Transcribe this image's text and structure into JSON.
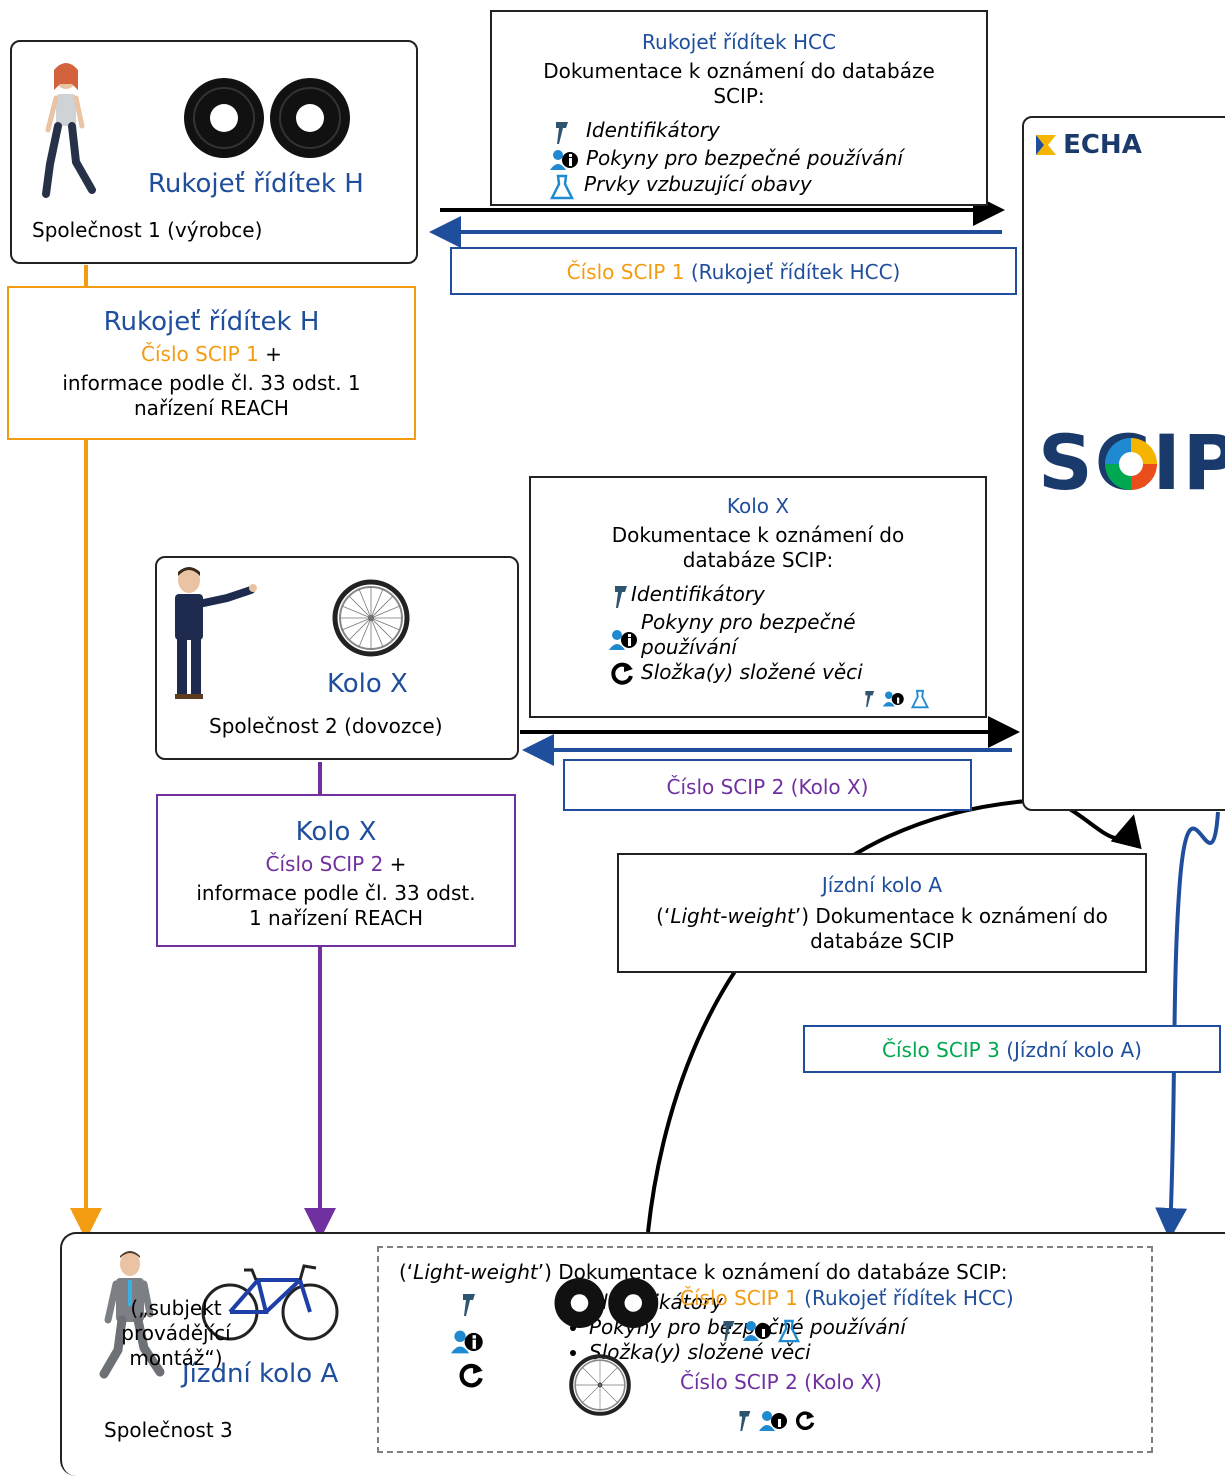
{
  "company1": {
    "product": "Rukojeť řídítek H",
    "label": "Společnost 1 (výrobce)"
  },
  "flow1": {
    "product": "Rukojeť řídítek H",
    "scip": "Číslo SCIP 1",
    "plus": " +",
    "info": "informace podle čl. 33 odst. 1 nařízení REACH"
  },
  "notif1": {
    "product": "Rukojeť řídítek HCC",
    "heading": "Dokumentace k oznámení do databáze SCIP:",
    "items": [
      "Identifikátory",
      "Pokyny pro bezpečné používání",
      "Prvky vzbuzující obavy"
    ]
  },
  "return1": {
    "scip": "Číslo SCIP 1",
    "product": "(Rukojeť řídítek HCC)"
  },
  "echa": {
    "logo": "ECHA",
    "scip_logo": "SCIP"
  },
  "notif2": {
    "product": "Kolo X",
    "heading": "Dokumentace k oznámení do databáze SCIP:",
    "items": [
      "Identifikátory",
      "Pokyny pro bezpečné používání",
      "Složka(y) složené věci"
    ]
  },
  "company2": {
    "product": "Kolo X",
    "label": "Společnost 2 (dovozce)"
  },
  "return2": {
    "text": "Číslo SCIP 2 (Kolo X)"
  },
  "flow2": {
    "product": "Kolo X",
    "scip": "Číslo SCIP 2",
    "plus": " +",
    "info": "informace podle čl. 33 odst. 1 nařízení REACH"
  },
  "notif3": {
    "product": "Jízdní kolo A",
    "pre": "(‘",
    "lw": "Light-weight",
    "post": "’) Dokumentace k oznámení do databáze SCIP"
  },
  "return3": {
    "scip": "Číslo SCIP 3",
    "product": "(Jízdní kolo A)"
  },
  "company3": {
    "product": "Jízdní kolo A",
    "label": "Společnost 3",
    "role": "(„subjekt provádějící montáž“)",
    "doc_pre": "(‘",
    "doc_lw": "Light-weight",
    "doc_post": "’) Dokumentace k oznámení do databáze SCIP:",
    "bullets": [
      "Identifikátory",
      "Pokyny pro bezpečné používání",
      "Složka(y) složené věci"
    ],
    "ref1_scip": "Číslo SCIP 1",
    "ref1_product": "(Rukojeť řídítek HCC)",
    "ref2_scip": "Číslo SCIP 2",
    "ref2_product": "(Kolo X)"
  },
  "colors": {
    "blue": "#1f4e9c",
    "orange": "#f39c12",
    "purple": "#7030a0",
    "green": "#00a84f"
  }
}
